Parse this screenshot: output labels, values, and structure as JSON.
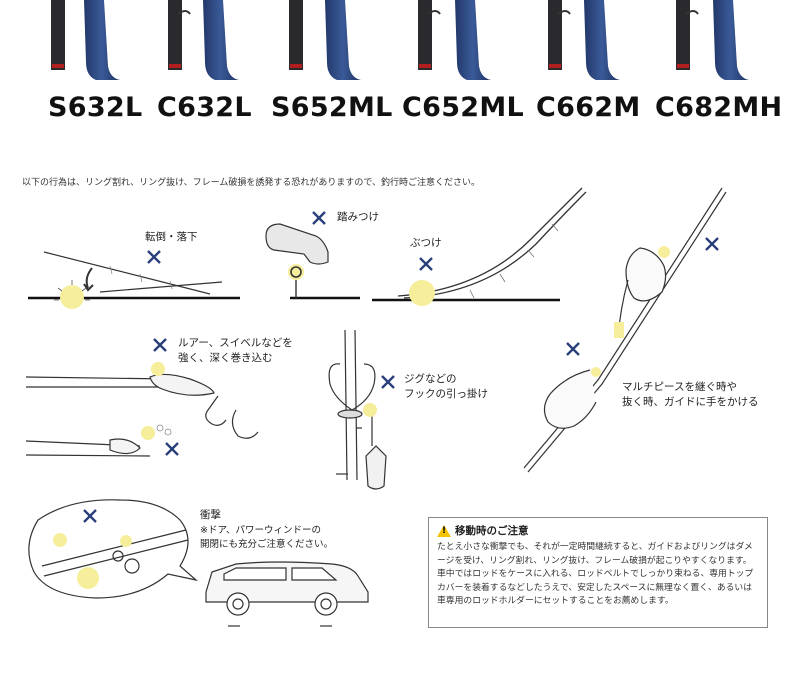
{
  "models": [
    "S632L",
    "C632L",
    "S652ML",
    "C652ML",
    "C662M",
    "C682MH"
  ],
  "intro": "以下の行為は、リング割れ、リング抜け、フレーム破損を誘発する恐れがありますので、釣行時ご注意ください。",
  "labels": {
    "fall": "転倒・落下",
    "step": "踏みつけ",
    "hit": "ぶつけ",
    "lure_line1": "ルアー、スイベルなどを",
    "lure_line2": "強く、深く巻き込む",
    "jig_line1": "ジグなどの",
    "jig_line2": "フックの引っ掛け",
    "multi_line1": "マルチピースを継ぐ時や",
    "multi_line2": "抜く時、ガイドに手をかける",
    "impact_title": "衝撃",
    "impact_line1": "※ドア、パワーウィンドーの",
    "impact_line2": "開閉にも充分ご注意ください。"
  },
  "note": {
    "title": "移動時のご注意",
    "warning_icon_text": "!",
    "paragraph1": "たとえ小さな衝撃でも、それが一定時間継続すると、ガイドおよびリングはダメージを受け、リング割れ、リング抜け、フレーム破損が起こりやすくなります。",
    "paragraph2": "車中ではロッドをケースに入れる、ロッドベルトでしっかり束ねる、専用トップカバーを装着するなどしたうえで、安定したスペースに無理なく置く、あるいは車専用のロッドホルダーにセットすることをお薦めします。"
  },
  "colors": {
    "grip_blue": "#2f4d86",
    "cross_blue": "#2a3f7a",
    "spark_yellow": "#f6ee9a",
    "warning_yellow": "#f2c300"
  }
}
